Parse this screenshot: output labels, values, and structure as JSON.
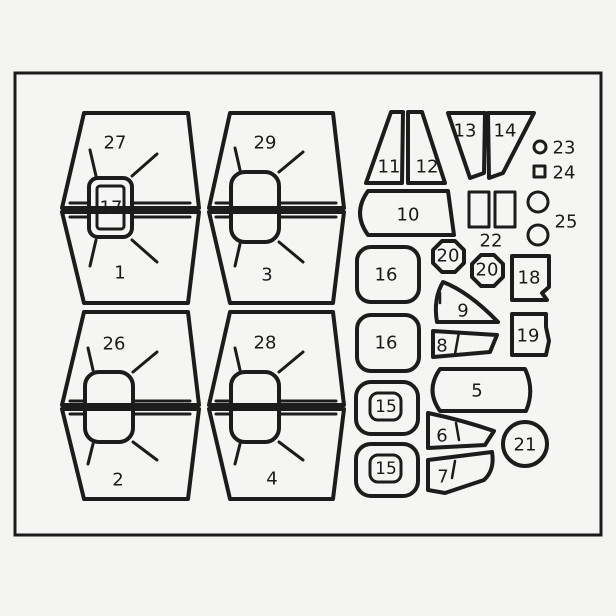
{
  "diagram": {
    "part_labels": {
      "p1": "1",
      "p2": "2",
      "p3": "3",
      "p4": "4",
      "p5": "5",
      "p6": "6",
      "p7": "7",
      "p8": "8",
      "p9": "9",
      "p10": "10",
      "p11": "11",
      "p12": "12",
      "p13": "13",
      "p14": "14",
      "p15a": "15",
      "p15b": "15",
      "p16a": "16",
      "p16b": "16",
      "p17": "17",
      "p18": "18",
      "p19": "19",
      "p20a": "20",
      "p20b": "20",
      "p21": "21",
      "p22": "22",
      "p23": "23",
      "p24": "24",
      "p25": "25",
      "p26": "26",
      "p27": "27",
      "p28": "28",
      "p29": "29"
    }
  }
}
